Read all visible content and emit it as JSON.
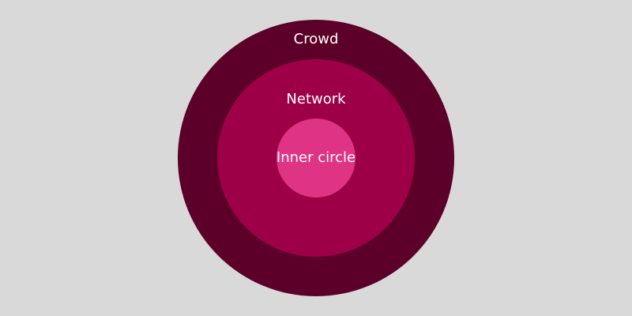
{
  "diagram": {
    "rings": [
      {
        "label": "Crowd",
        "color": "#5c0029"
      },
      {
        "label": "Network",
        "color": "#9e0047"
      },
      {
        "label": "Inner circle",
        "color": "#df3385"
      }
    ],
    "background": "#d9d9d9"
  }
}
